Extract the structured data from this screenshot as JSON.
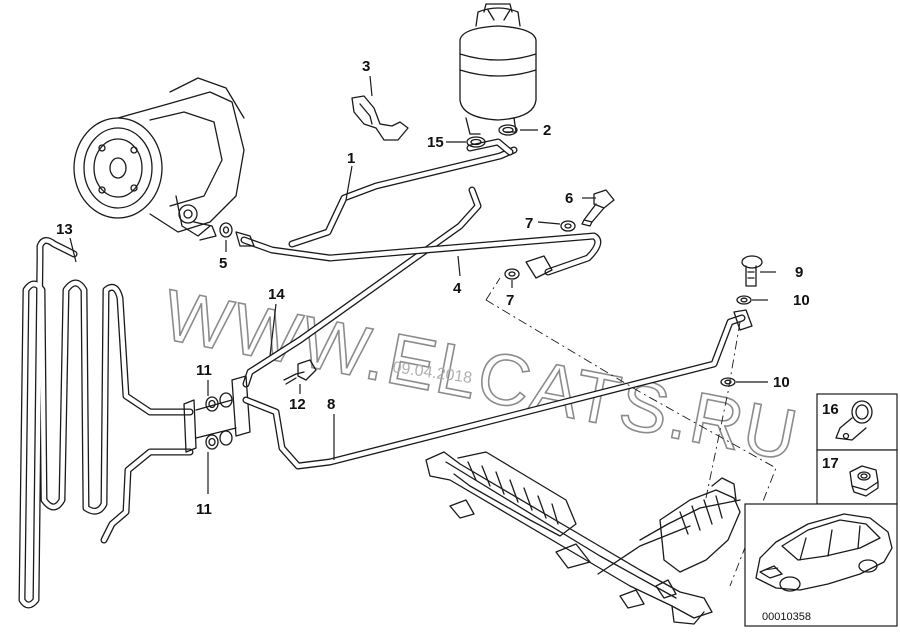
{
  "watermark": {
    "text": "WWW.ELCATS.RU",
    "date": "09.04.2018"
  },
  "document_number": "00010358",
  "callouts": [
    {
      "id": "1",
      "label": "1"
    },
    {
      "id": "2",
      "label": "2"
    },
    {
      "id": "3",
      "label": "3"
    },
    {
      "id": "4",
      "label": "4"
    },
    {
      "id": "5",
      "label": "5"
    },
    {
      "id": "6",
      "label": "6"
    },
    {
      "id": "7a",
      "label": "7"
    },
    {
      "id": "7b",
      "label": "7"
    },
    {
      "id": "8",
      "label": "8"
    },
    {
      "id": "9",
      "label": "9"
    },
    {
      "id": "10a",
      "label": "10"
    },
    {
      "id": "10b",
      "label": "10"
    },
    {
      "id": "11a",
      "label": "11"
    },
    {
      "id": "11b",
      "label": "11"
    },
    {
      "id": "12",
      "label": "12"
    },
    {
      "id": "13",
      "label": "13"
    },
    {
      "id": "14",
      "label": "14"
    },
    {
      "id": "15",
      "label": "15"
    },
    {
      "id": "16",
      "label": "16"
    },
    {
      "id": "17",
      "label": "17"
    }
  ]
}
